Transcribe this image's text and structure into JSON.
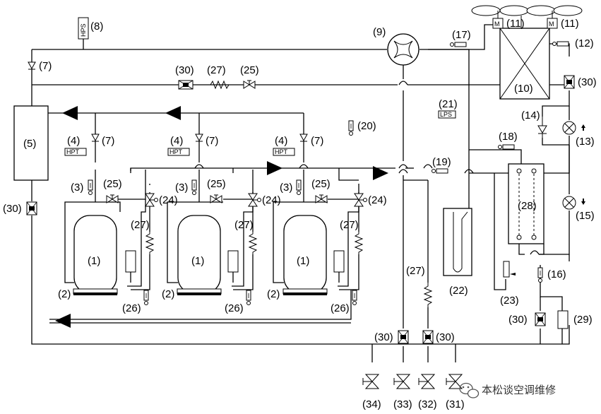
{
  "labels": {
    "n1": "(1)",
    "n2": "(2)",
    "n3": "(3)",
    "n4": "(4)",
    "n5": "(5)",
    "n7": "(7)",
    "n8": "(8)",
    "n9": "(9)",
    "n10": "(10)",
    "n11": "(11)",
    "n12": "(12)",
    "n13": "(13)",
    "n14": "(14)",
    "n15": "(15)",
    "n16": "(16)",
    "n17": "(17)",
    "n18": "(18)",
    "n19": "(19)",
    "n20": "(20)",
    "n21": "(21)",
    "n22": "(22)",
    "n23": "(23)",
    "n24": "(24)",
    "n25": "(25)",
    "n26": "(26)",
    "n27": "(27)",
    "n28": "(28)",
    "n29": "(29)",
    "n30": "(30)",
    "n31": "(31)",
    "n32": "(32)",
    "n33": "(33)",
    "n34": "(34)"
  },
  "tags": {
    "hpt": "HPT",
    "hps": "HPS",
    "lps": "LPS",
    "motor": "M"
  },
  "watermark": "本松谈空调维修",
  "icons": {
    "watermark_logo": "wechat-logo-icon"
  }
}
